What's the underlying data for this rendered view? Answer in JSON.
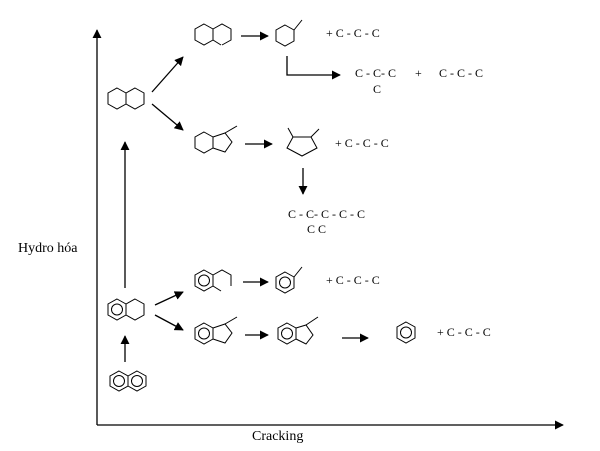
{
  "axes": {
    "y_label": "Hydro hóa",
    "x_label": "Cracking"
  },
  "products": {
    "top_right": "+ C - C - C",
    "top_branch_left": "C - C- C",
    "top_branch_left_sub": "C",
    "top_branch_plus": "+",
    "top_branch_right": "C - C - C",
    "middle": "+ C - C - C",
    "middle_chain": "C - C- C - C - C",
    "middle_chain_sub": "C  C",
    "lower_upper": "+ C - C - C",
    "lower_bottom": "+ C - C - C"
  }
}
